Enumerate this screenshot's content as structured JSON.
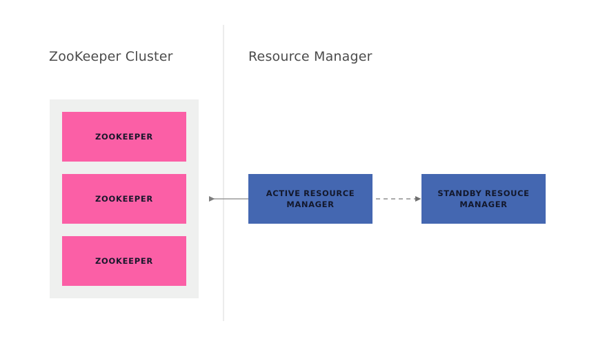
{
  "sections": [
    {
      "id": "zookeeper",
      "title": "ZooKeeper Cluster"
    },
    {
      "id": "resource-manager",
      "title": "Resource Manager"
    }
  ],
  "zookeeper_cluster": {
    "nodes": [
      {
        "label": "ZOOKEEPER"
      },
      {
        "label": "ZOOKEEPER"
      },
      {
        "label": "ZOOKEEPER"
      }
    ]
  },
  "resource_manager": {
    "active": {
      "line1": "ACTIVE RESOURCE",
      "line2": "MANAGER"
    },
    "standby": {
      "line1": "STANDBY RESOUCE",
      "line2": "MANAGER"
    }
  },
  "connectors": [
    {
      "name": "zookeeper-to-active-arrow",
      "style": "solid",
      "direction": "left"
    },
    {
      "name": "active-to-standby-arrow",
      "style": "dashed",
      "direction": "right"
    }
  ],
  "colors": {
    "zookeeper_node": "#fb5fa6",
    "cluster_panel": "#eff0ef",
    "resource_manager_box": "#4467b1",
    "heading_text": "#4a4a4a",
    "node_text": "#18172b",
    "divider": "#ececec",
    "arrow": "#888888",
    "background": "#ffffff"
  }
}
